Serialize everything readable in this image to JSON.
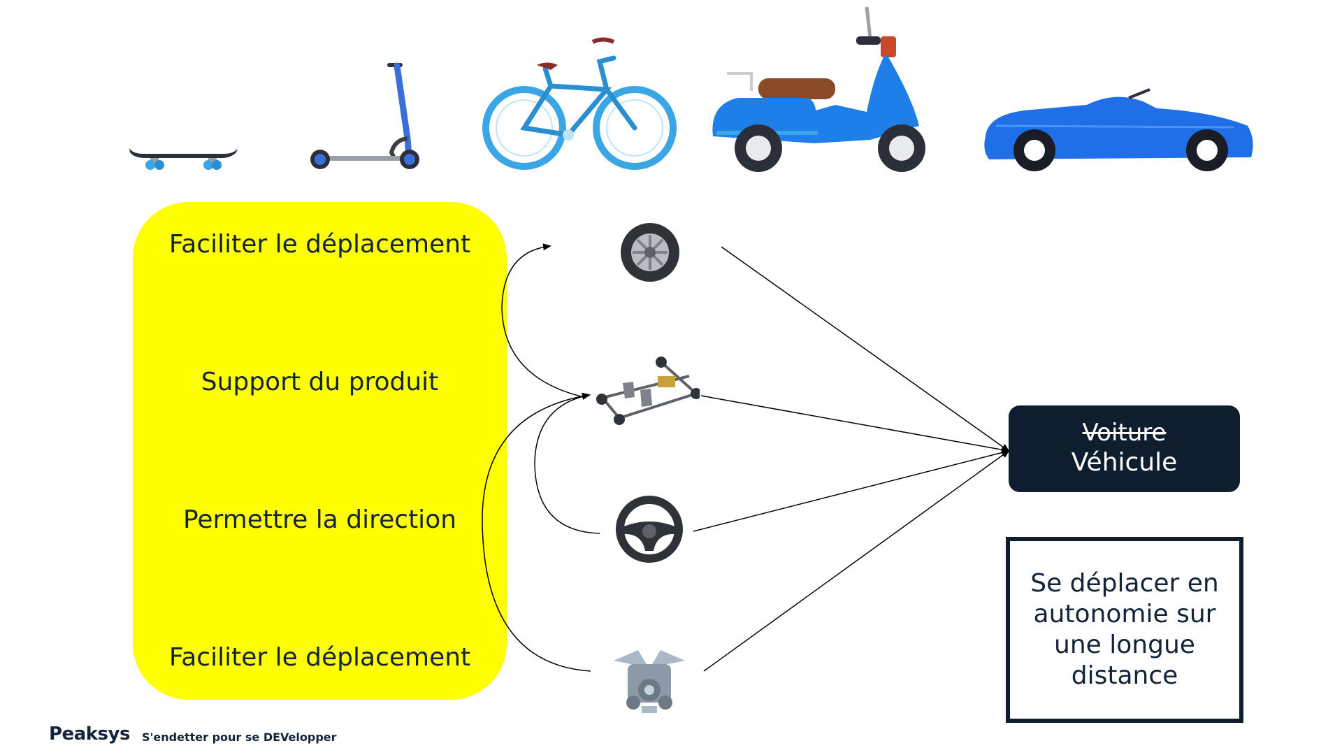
{
  "vehicles": [
    {
      "icon": "skateboard-icon"
    },
    {
      "icon": "scooter-icon"
    },
    {
      "icon": "bicycle-icon"
    },
    {
      "icon": "motor-scooter-icon"
    },
    {
      "icon": "convertible-car-icon"
    }
  ],
  "functions": {
    "items": [
      "Faciliter le déplacement",
      "Support du produit",
      "Permettre la direction",
      "Faciliter le déplacement"
    ]
  },
  "parts": [
    {
      "icon": "wheel-icon"
    },
    {
      "icon": "chassis-icon"
    },
    {
      "icon": "steering-wheel-icon"
    },
    {
      "icon": "engine-icon"
    }
  ],
  "product": {
    "old_name": "Voiture",
    "new_name": "Véhicule"
  },
  "need": {
    "text": "Se déplacer en autonomie sur une longue distance"
  },
  "footer": {
    "brand": "Peaksys",
    "tagline": "S'endetter pour se DEVelopper"
  },
  "colors": {
    "function_box": "#ffff00",
    "dark": "#0f1e2e",
    "vehicle_blue": "#1e7fe8",
    "light_blue": "#3aa6e6"
  }
}
